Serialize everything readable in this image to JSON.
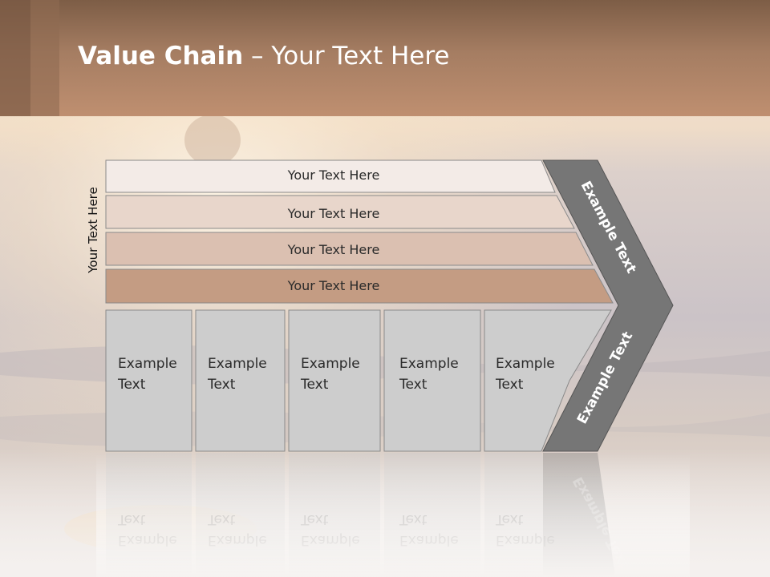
{
  "title": {
    "bold": "Value Chain",
    "rest": " – Your Text Here"
  },
  "vertical_label": "Your Text Here",
  "rows": [
    {
      "label": "Your Text Here",
      "color": "#f3ebe7"
    },
    {
      "label": "Your Text Here",
      "color": "#e8d6cb"
    },
    {
      "label": "Your Text Here",
      "color": "#dbc0b1"
    },
    {
      "label": "Your Text Here",
      "color": "#c49c83"
    }
  ],
  "columns": [
    {
      "line1": "Example",
      "line2": "Text"
    },
    {
      "line1": "Example",
      "line2": "Text"
    },
    {
      "line1": "Example",
      "line2": "Text"
    },
    {
      "line1": "Example",
      "line2": "Text"
    },
    {
      "line1": "Example",
      "line2": "Text"
    }
  ],
  "chevron_top": "Example Text",
  "chevron_bottom": "Example Text",
  "colors": {
    "column_fill": "#cdcdcd",
    "chevron_fill": "#767676",
    "title_text": "#ffffff"
  }
}
